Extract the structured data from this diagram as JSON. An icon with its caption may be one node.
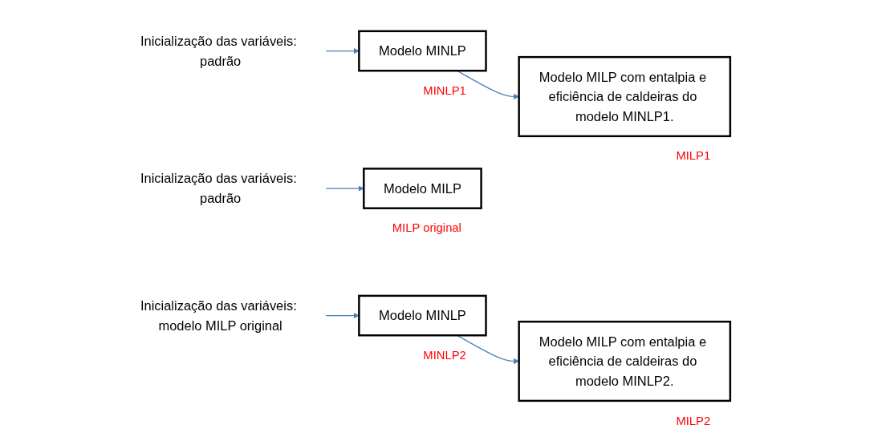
{
  "diagram": {
    "nodes": [
      {
        "text": [
          "Inicialização das variáveis: padrão"
        ]
      },
      {
        "text": [
          "Modelo MINLP"
        ],
        "beside": [
          "MINLP1"
        ]
      },
      {
        "text": [
          "Modelo MILP com entalpia e eficiência de caldeiras do modelo MINLP1."
        ],
        "beside": [
          "MILP1"
        ]
      },
      {
        "text": [
          "Inicialização das variáveis: padrão"
        ]
      },
      {
        "text": [
          "Modelo MILP"
        ],
        "beside": [
          "MILP original"
        ]
      },
      {
        "text": [
          "Inicialização das variáveis: modelo MILP original"
        ]
      },
      {
        "text": [
          "Modelo MINLP"
        ],
        "beside": [
          "MINLP2"
        ]
      },
      {
        "text": [
          "Modelo MILP com entalpia e eficiência de caldeiras do modelo MINLP2."
        ],
        "beside": [
          "MILP2"
        ]
      }
    ],
    "edges": [
      {
        "from": 0,
        "to": 1,
        "arrow": "to"
      },
      {
        "from": 1,
        "to": 2,
        "arrow": "to"
      },
      {
        "from": 3,
        "to": 4,
        "arrow": "to"
      },
      {
        "from": 5,
        "to": 6,
        "arrow": "to"
      },
      {
        "from": 6,
        "to": 7,
        "arrow": "to"
      }
    ]
  }
}
